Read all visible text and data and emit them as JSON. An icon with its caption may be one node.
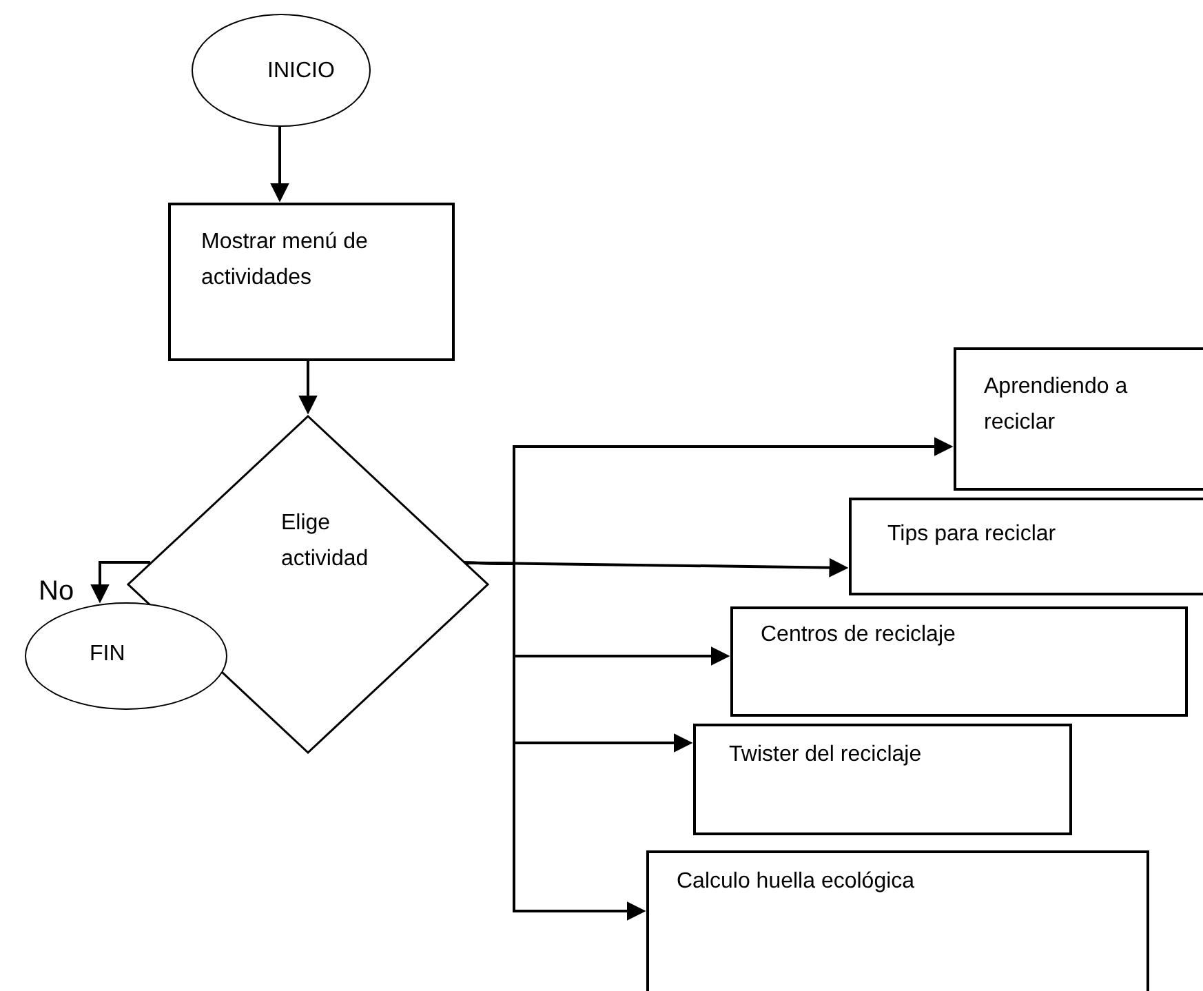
{
  "diagram": {
    "nodes": [
      {
        "text": [
          "INICIO"
        ]
      },
      {
        "text": [
          "Mostrar menú de actividades"
        ]
      },
      {
        "text": [
          "Elige actividad"
        ]
      },
      {
        "text": [
          "FIN"
        ]
      },
      {
        "text": [
          "Aprendiendo a reciclar"
        ]
      },
      {
        "text": [
          "Tips para reciclar"
        ]
      },
      {
        "text": [
          "Centros de reciclaje"
        ]
      },
      {
        "text": [
          "Twister del reciclaje"
        ]
      },
      {
        "text": [
          "Calculo huella ecológica"
        ]
      }
    ],
    "edges": [
      {
        "from": 0,
        "to": 1,
        "arrow": "to"
      },
      {
        "from": 1,
        "to": 2,
        "arrow": "to"
      },
      {
        "from": 2,
        "to": 3,
        "arrow": "to",
        "label": "No"
      },
      {
        "from": 2,
        "to": 4,
        "arrow": "to"
      },
      {
        "from": 2,
        "to": 5,
        "arrow": "to"
      },
      {
        "from": 2,
        "to": 6,
        "arrow": "to"
      },
      {
        "from": 2,
        "to": 7,
        "arrow": "to"
      },
      {
        "from": 2,
        "to": 8,
        "arrow": "to"
      }
    ]
  }
}
